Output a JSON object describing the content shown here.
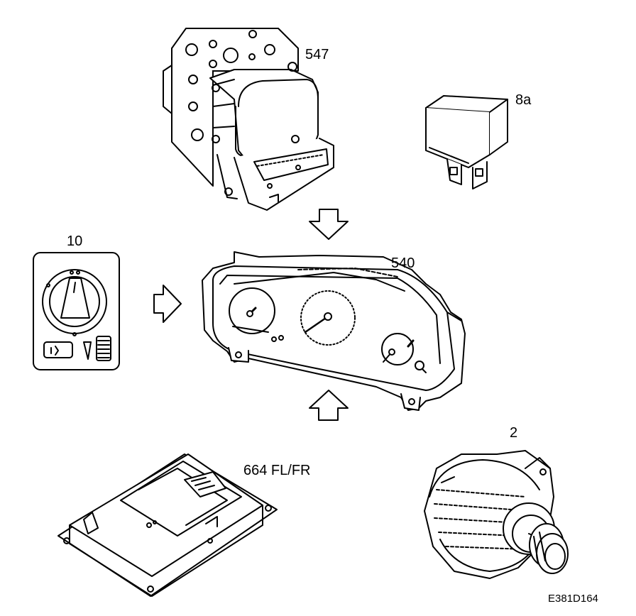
{
  "labels": {
    "abs_unit": "547",
    "relay": "8a",
    "light_switch": "10",
    "instrument_cluster": "540",
    "alternator": "2",
    "control_module": "664 FL/FR"
  },
  "figure_code": "E381D164",
  "icons": {
    "abs_unit": "abs-hydraulic-unit-icon",
    "relay": "relay-icon",
    "light_switch": "light-switch-panel-icon",
    "instrument_cluster": "instrument-cluster-icon",
    "alternator": "alternator-icon",
    "control_module": "control-module-icon",
    "arrows": [
      "arrow-down-icon",
      "arrow-right-icon",
      "arrow-up-icon"
    ]
  },
  "colors": {
    "line": "#000000",
    "background": "#ffffff"
  }
}
